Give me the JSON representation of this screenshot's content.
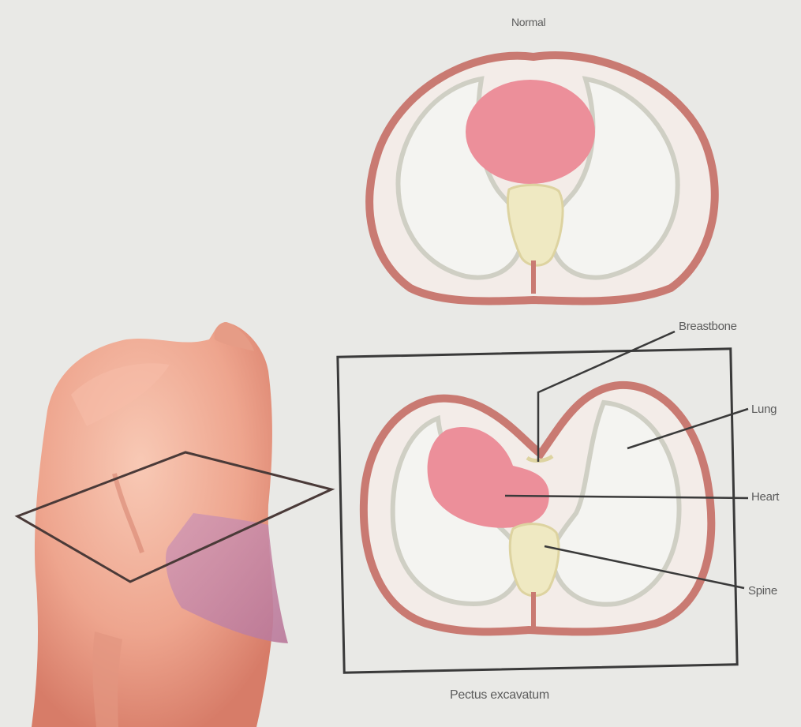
{
  "labels": {
    "normal": "Normal",
    "breastbone": "Breastbone",
    "lung": "Lung",
    "heart": "Heart",
    "spine": "Spine",
    "caption": "Pectus excavatum"
  },
  "colors": {
    "background": "#e9e9e6",
    "chest_wall": "#c97a72",
    "heart": "#ec8f9a",
    "lung_fill": "#f4f4f1",
    "rib_outline": "#cfcfc4",
    "spine": "#efe9c2",
    "skin": "#eea58e",
    "skin_shadow": "#d77c68",
    "shirt": "#c98aa4",
    "frame": "#3a3a3a"
  }
}
